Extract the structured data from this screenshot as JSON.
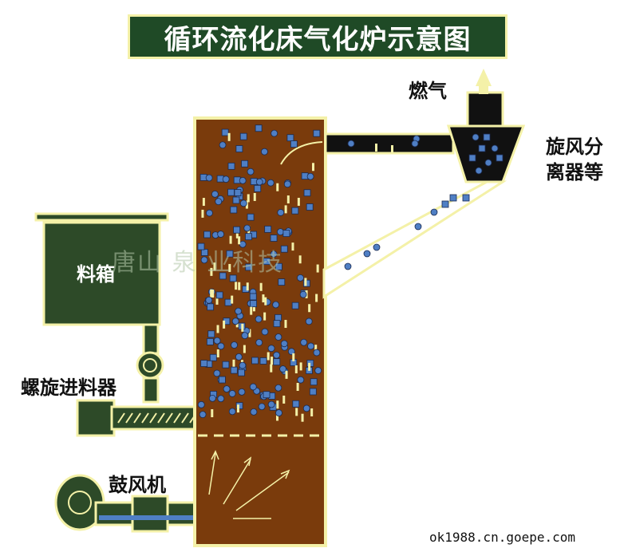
{
  "title": "循环流化床气化炉示意图",
  "labels": {
    "gas": "燃气",
    "cyclone_line1": "旋风分",
    "cyclone_line2": "离器等",
    "hopper": "料箱",
    "screw_feeder": "螺旋进料器",
    "blower": "鼓风机"
  },
  "watermark": "唐山 泉 业科技",
  "footer": "ok1988.cn.goepe.com",
  "colors": {
    "reactor": "#7a3b0c",
    "equipment": "#2d4a28",
    "outline": "#f4f1a8",
    "particle": "#4f7fc4",
    "title_bg": "#1f4a26"
  }
}
